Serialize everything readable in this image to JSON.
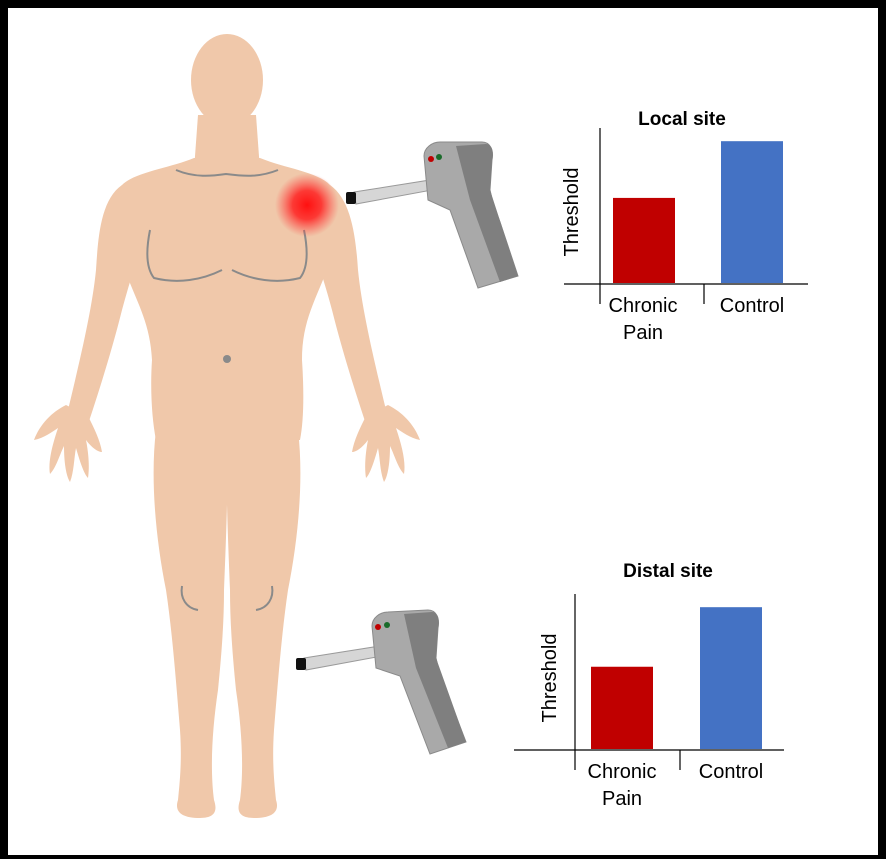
{
  "colors": {
    "skin": "#f0c8aa",
    "skin_outline": "#8a8a8a",
    "pain_glow": "#ff0000",
    "chronic_pain_bar": "#c00000",
    "control_bar": "#4472c4",
    "device_body": "#a9a9a9",
    "device_dark": "#7f7f7f",
    "probe": "#d6d6d6",
    "border": "#000000"
  },
  "icons": [
    "human-body-icon",
    "pain-spot-icon",
    "algometer-device-icon"
  ],
  "chart_data": [
    {
      "type": "bar",
      "title": "Local site",
      "ylabel": "Threshold",
      "xlabel": "",
      "categories": [
        "Chronic\nPain",
        "Control"
      ],
      "category_lines": [
        [
          "Chronic",
          "Pain"
        ],
        [
          "Control"
        ]
      ],
      "values": [
        0.6,
        1.0
      ],
      "ylim": [
        0,
        1.1
      ],
      "colors": [
        "#c00000",
        "#4472c4"
      ],
      "grid": false,
      "tick_labels_y": false
    },
    {
      "type": "bar",
      "title": "Distal site",
      "ylabel": "Threshold",
      "xlabel": "",
      "categories": [
        "Chronic\nPain",
        "Control"
      ],
      "category_lines": [
        [
          "Chronic",
          "Pain"
        ],
        [
          "Control"
        ]
      ],
      "values": [
        0.58,
        1.0
      ],
      "ylim": [
        0,
        1.1
      ],
      "colors": [
        "#c00000",
        "#4472c4"
      ],
      "grid": false,
      "tick_labels_y": false
    }
  ]
}
